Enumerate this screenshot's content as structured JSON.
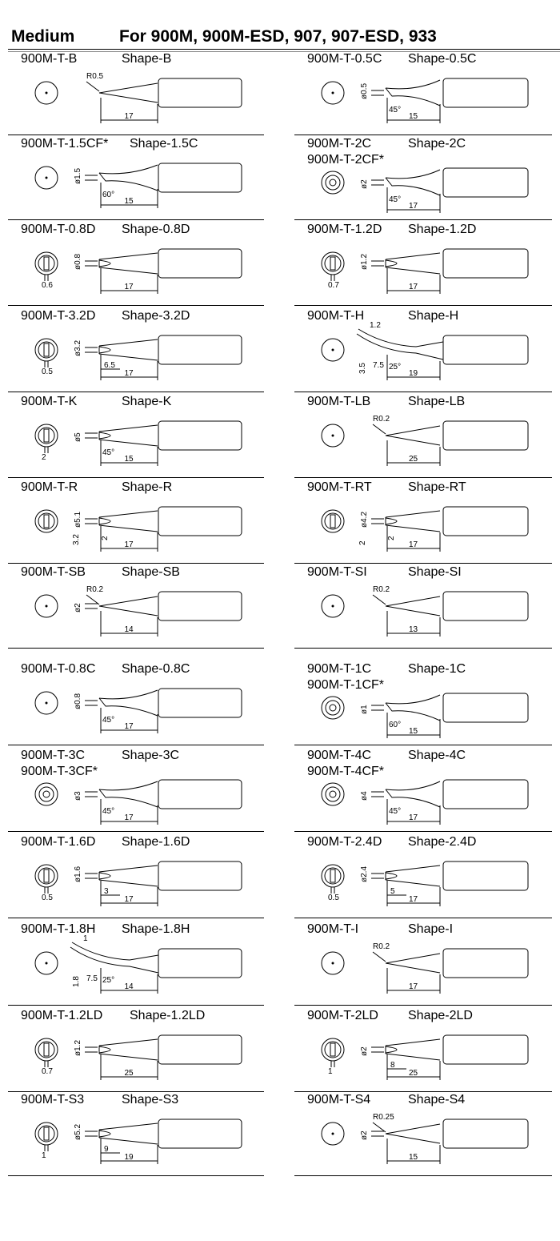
{
  "header": {
    "category": "Medium",
    "subtitle": "For 900M, 900M-ESD, 907, 907-ESD, 933"
  },
  "tips": [
    {
      "part": "900M-T-B",
      "shape": "Shape-B",
      "tip_type": "conical",
      "dims": {
        "R": "R0.5",
        "len": "17"
      }
    },
    {
      "part": "900M-T-0.5C",
      "shape": "Shape-0.5C",
      "tip_type": "bevel",
      "dims": {
        "dia": "ø0.5",
        "angle": "45°",
        "len": "15"
      }
    },
    {
      "part": "900M-T-1.5CF*",
      "shape": "Shape-1.5C",
      "tip_type": "bevel",
      "dims": {
        "dia": "ø1.5",
        "angle": "60°",
        "len": "15"
      }
    },
    {
      "part": "900M-T-2C",
      "part2": "900M-T-2CF*",
      "shape": "Shape-2C",
      "tip_type": "bevel",
      "dims": {
        "dia": "ø2",
        "angle": "45°",
        "len": "17"
      }
    },
    {
      "part": "900M-T-0.8D",
      "shape": "Shape-0.8D",
      "tip_type": "chisel",
      "dims": {
        "dia": "ø0.8",
        "thick": "0.6",
        "len": "17"
      }
    },
    {
      "part": "900M-T-1.2D",
      "shape": "Shape-1.2D",
      "tip_type": "chisel",
      "dims": {
        "dia": "ø1.2",
        "thick": "0.7",
        "len": "17"
      }
    },
    {
      "part": "900M-T-3.2D",
      "shape": "Shape-3.2D",
      "tip_type": "chisel",
      "dims": {
        "dia": "ø3.2",
        "thick": "0.5",
        "flat": "6.5",
        "len": "17"
      }
    },
    {
      "part": "900M-T-H",
      "shape": "Shape-H",
      "tip_type": "bent",
      "dims": {
        "tip": "1.2",
        "w": "3.5",
        "bent": "7.5",
        "angle": "25°",
        "len": "19"
      }
    },
    {
      "part": "900M-T-K",
      "shape": "Shape-K",
      "tip_type": "knife",
      "dims": {
        "dia": "ø5",
        "thick": "2",
        "angle": "45°",
        "len": "15"
      }
    },
    {
      "part": "900M-T-LB",
      "shape": "Shape-LB",
      "tip_type": "conical",
      "dims": {
        "R": "R0.2",
        "len": "25"
      }
    },
    {
      "part": "900M-T-R",
      "shape": "Shape-R",
      "tip_type": "hoof",
      "dims": {
        "dia": "ø5.1",
        "w": "3.2",
        "d": "2",
        "len": "17"
      }
    },
    {
      "part": "900M-T-RT",
      "shape": "Shape-RT",
      "tip_type": "hoof",
      "dims": {
        "dia": "ø4.2",
        "w": "2",
        "d": "2",
        "len": "17"
      }
    },
    {
      "part": "900M-T-SB",
      "shape": "Shape-SB",
      "tip_type": "conical",
      "dims": {
        "dia": "ø2",
        "R": "R0.2",
        "len": "14"
      }
    },
    {
      "part": "900M-T-SI",
      "shape": "Shape-SI",
      "tip_type": "conical",
      "dims": {
        "R": "R0.2",
        "len": "13"
      }
    },
    {
      "part": "900M-T-0.8C",
      "shape": "Shape-0.8C",
      "tip_type": "bevel",
      "dims": {
        "dia": "ø0.8",
        "angle": "45°",
        "len": "17"
      }
    },
    {
      "part": "900M-T-1C",
      "part2": "900M-T-1CF*",
      "shape": "Shape-1C",
      "tip_type": "bevel",
      "dims": {
        "dia": "ø1",
        "angle": "60°",
        "len": "15"
      }
    },
    {
      "part": "900M-T-3C",
      "part2": "900M-T-3CF*",
      "shape": "Shape-3C",
      "tip_type": "bevel",
      "dims": {
        "dia": "ø3",
        "angle": "45°",
        "len": "17"
      }
    },
    {
      "part": "900M-T-4C",
      "part2": "900M-T-4CF*",
      "shape": "Shape-4C",
      "tip_type": "bevel",
      "dims": {
        "dia": "ø4",
        "angle": "45°",
        "len": "17"
      }
    },
    {
      "part": "900M-T-1.6D",
      "shape": "Shape-1.6D",
      "tip_type": "chisel",
      "dims": {
        "dia": "ø1.6",
        "thick": "0.5",
        "flat": "3",
        "len": "17"
      }
    },
    {
      "part": "900M-T-2.4D",
      "shape": "Shape-2.4D",
      "tip_type": "chisel",
      "dims": {
        "dia": "ø2.4",
        "thick": "0.5",
        "flat": "5",
        "len": "17"
      }
    },
    {
      "part": "900M-T-1.8H",
      "shape": "Shape-1.8H",
      "tip_type": "bent",
      "dims": {
        "tip": "1",
        "w": "1.8",
        "bent": "7.5",
        "angle": "25°",
        "len": "14"
      }
    },
    {
      "part": "900M-T-I",
      "shape": "Shape-I",
      "tip_type": "conical",
      "dims": {
        "R": "R0.2",
        "len": "17"
      }
    },
    {
      "part": "900M-T-1.2LD",
      "shape": "Shape-1.2LD",
      "tip_type": "chisel",
      "dims": {
        "dia": "ø1.2",
        "thick": "0.7",
        "len": "25"
      }
    },
    {
      "part": "900M-T-2LD",
      "shape": "Shape-2LD",
      "tip_type": "chisel",
      "dims": {
        "dia": "ø2",
        "thick": "1",
        "flat": "8",
        "len": "25"
      }
    },
    {
      "part": "900M-T-S3",
      "shape": "Shape-S3",
      "tip_type": "spoon",
      "dims": {
        "dia": "ø5.2",
        "thick": "1",
        "flat": "9",
        "len": "19"
      }
    },
    {
      "part": "900M-T-S4",
      "shape": "Shape-S4",
      "tip_type": "conical",
      "dims": {
        "dia": "ø2",
        "R": "R0.25",
        "len": "15"
      }
    }
  ]
}
